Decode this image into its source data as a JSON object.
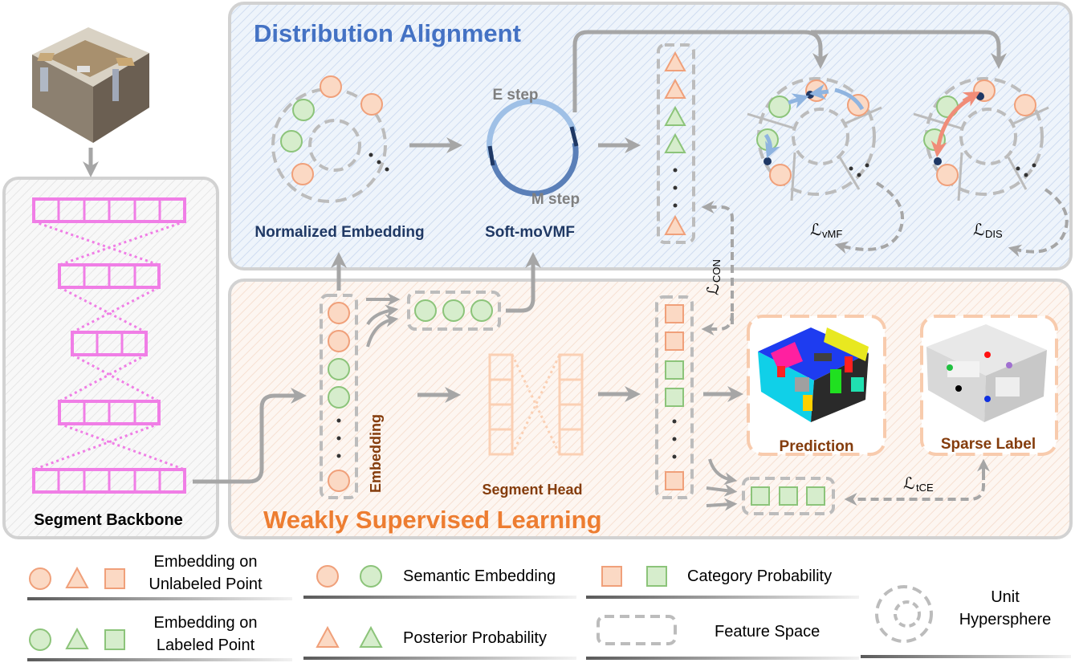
{
  "titles": {
    "distribution": "Distribution Alignment",
    "weakly": "Weakly Supervised Learning"
  },
  "labels": {
    "segment_backbone": "Segment Backbone",
    "normalized_embedding": "Normalized Embedding",
    "soft_movmf": "Soft-moVMF",
    "e_step": "E step",
    "m_step": "M step",
    "embedding": "Embedding",
    "segment_head": "Segment Head",
    "prediction": "Prediction",
    "sparse_label": "Sparse Label"
  },
  "losses": {
    "vmf": "vMF",
    "dis": "DIS",
    "con": "CON",
    "tce": "tCE",
    "script": "ℒ"
  },
  "legend": {
    "unlabeled_l1": "Embedding on",
    "unlabeled_l2": "Unlabeled Point",
    "labeled_l1": "Embedding on",
    "labeled_l2": "Labeled Point",
    "semantic": "Semantic Embedding",
    "posterior": "Posterior Probability",
    "category": "Category Probability",
    "feature_space": "Feature Space",
    "unit_l1": "Unit",
    "unit_l2": "Hypersphere"
  },
  "colors": {
    "orange_fill": "#fbd9c4",
    "orange_stroke": "#f0a07a",
    "green_fill": "#d6edcc",
    "green_stroke": "#8cc47a",
    "pink": "#f07ee6",
    "blue_title": "#4472c4",
    "orange_title": "#ed7d31",
    "navy": "#1f3864",
    "brown": "#843c0c",
    "arrow": "#a6a6a6",
    "dash": "#b8b8b8"
  }
}
